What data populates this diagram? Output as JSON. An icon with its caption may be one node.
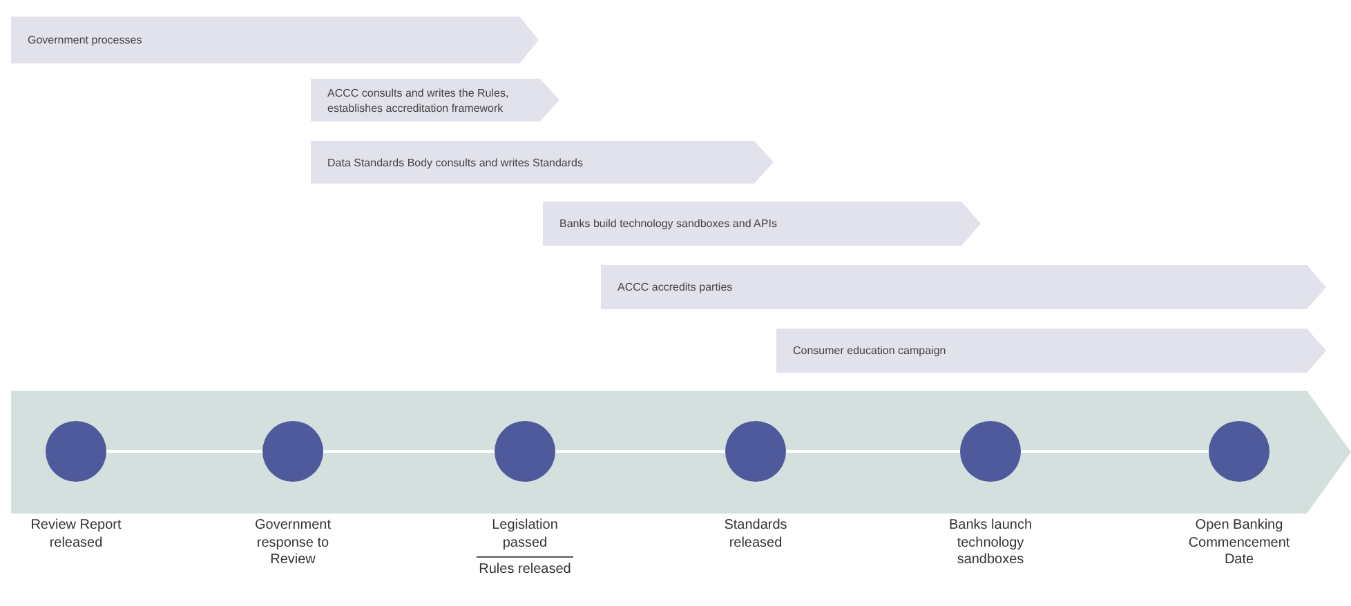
{
  "diagram": {
    "nodes": [
      {
        "text": [
          "Government processes"
        ]
      },
      {
        "text": [
          "ACCC consults and writes the Rules, establishes accreditation framework"
        ]
      },
      {
        "text": [
          "Data Standards Body consults and writes Standards"
        ]
      },
      {
        "text": [
          "Banks build technology sandboxes and APIs"
        ]
      },
      {
        "text": [
          "ACCC accredits parties"
        ]
      },
      {
        "text": [
          "Consumer education campaign"
        ]
      },
      {
        "text": [],
        "shape": "arrow"
      },
      {
        "text": [],
        "shape": "circle",
        "in": 6,
        "beside": [
          "Review Report released"
        ]
      },
      {
        "text": [],
        "shape": "circle",
        "in": 6,
        "beside": [
          "Government response to Review"
        ]
      },
      {
        "text": [],
        "shape": "circle",
        "in": 6,
        "beside": [
          "Legislation passed",
          "Rules released"
        ]
      },
      {
        "text": [],
        "shape": "circle",
        "in": 6,
        "beside": [
          "Standards released"
        ]
      },
      {
        "text": [],
        "shape": "circle",
        "in": 6,
        "beside": [
          "Banks launch technology sandboxes"
        ]
      },
      {
        "text": [],
        "shape": "circle",
        "in": 6,
        "beside": [
          "Open Banking Commencement Date"
        ]
      }
    ],
    "edges": [
      {
        "from": 7,
        "to": 8,
        "arrow": "none"
      },
      {
        "from": 8,
        "to": 9,
        "arrow": "none"
      },
      {
        "from": 9,
        "to": 10,
        "arrow": "none"
      },
      {
        "from": 10,
        "to": 11,
        "arrow": "none"
      },
      {
        "from": 11,
        "to": 12,
        "arrow": "none"
      }
    ]
  }
}
